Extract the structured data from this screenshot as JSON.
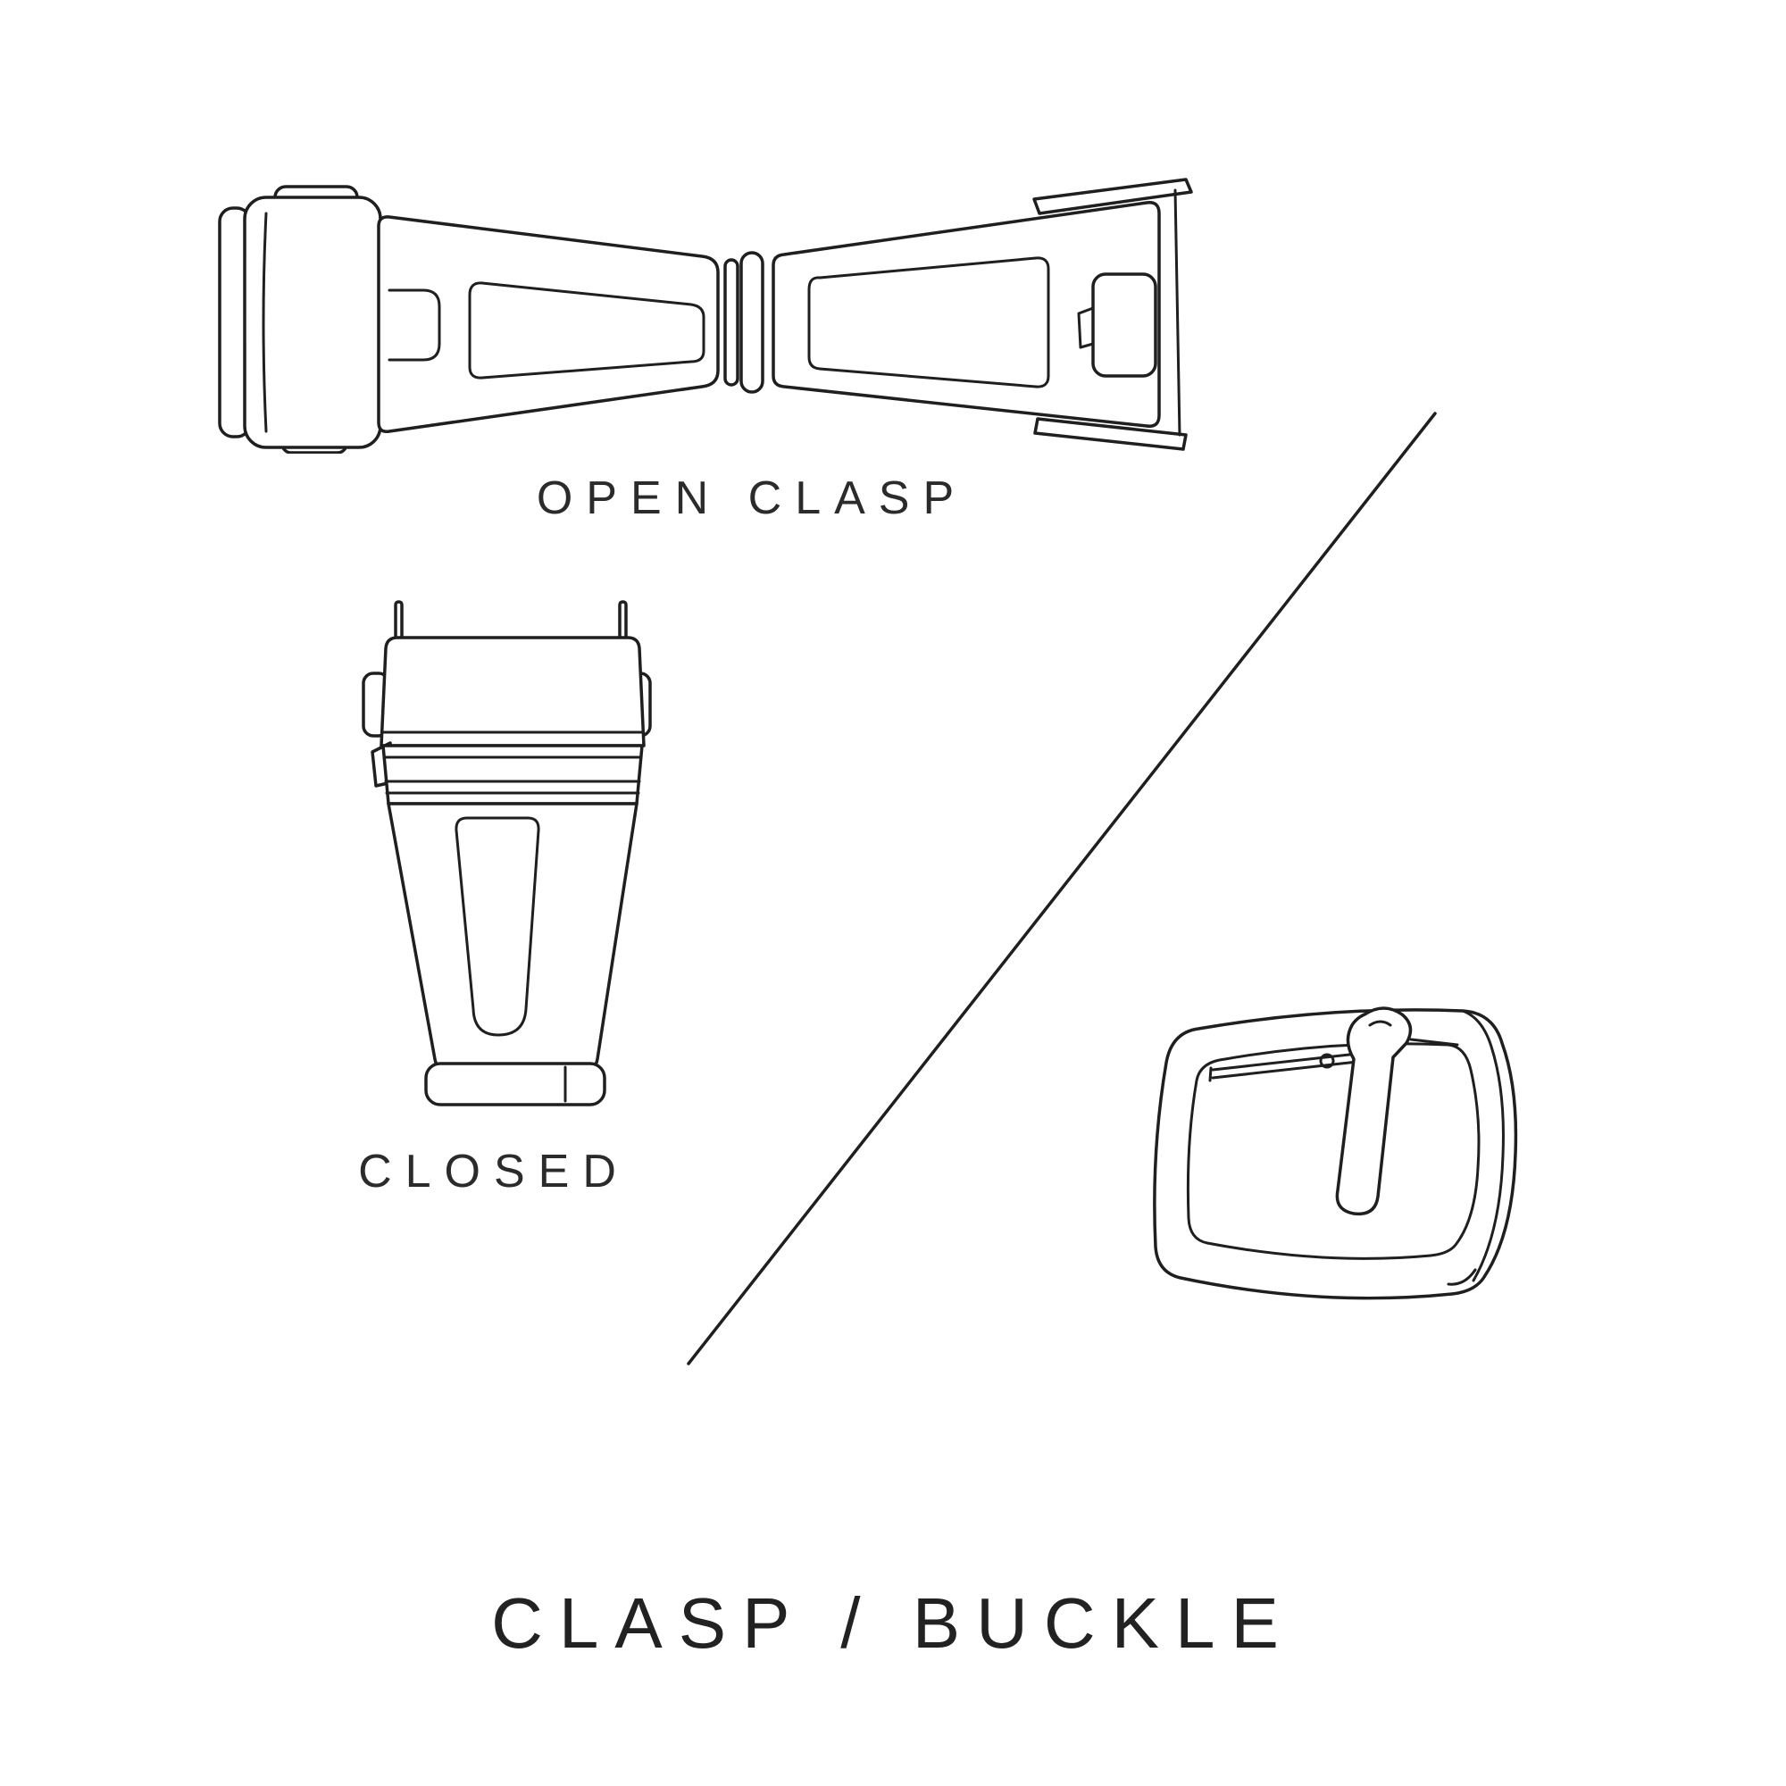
{
  "page": {
    "title": "CLASP / BUCKLE",
    "background": "#ffffff",
    "ink_color": "#1f1f1f",
    "text_color": "#2b2b2b"
  },
  "labels": {
    "open_clasp": "OPEN CLASP",
    "closed": "CLOSED"
  },
  "icons": [
    {
      "name": "open-clasp-illustration"
    },
    {
      "name": "closed-clasp-illustration"
    },
    {
      "name": "pin-buckle-illustration"
    },
    {
      "name": "divider-line"
    }
  ]
}
